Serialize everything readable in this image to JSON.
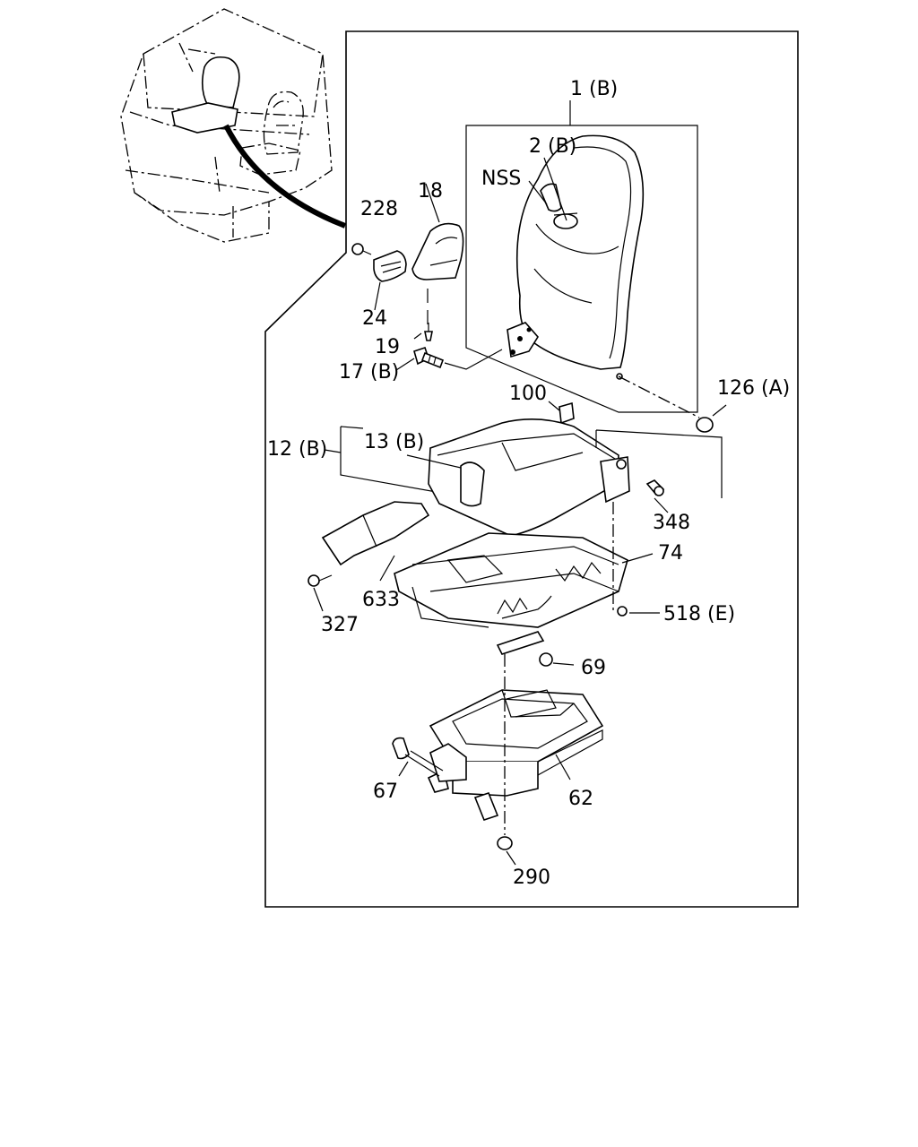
{
  "labels": {
    "l_1b": "1 (B)",
    "l_2b": "2 (B)",
    "l_nss": "NSS",
    "l_228": "228",
    "l_18": "18",
    "l_24": "24",
    "l_19": "19",
    "l_17b": "17 (B)",
    "l_100": "100",
    "l_126a": "126 (A)",
    "l_12b": "12 (B)",
    "l_13b": "13 (B)",
    "l_348": "348",
    "l_74": "74",
    "l_633": "633",
    "l_327": "327",
    "l_518e": "518 (E)",
    "l_69": "69",
    "l_67": "67",
    "l_62": "62",
    "l_290": "290"
  }
}
